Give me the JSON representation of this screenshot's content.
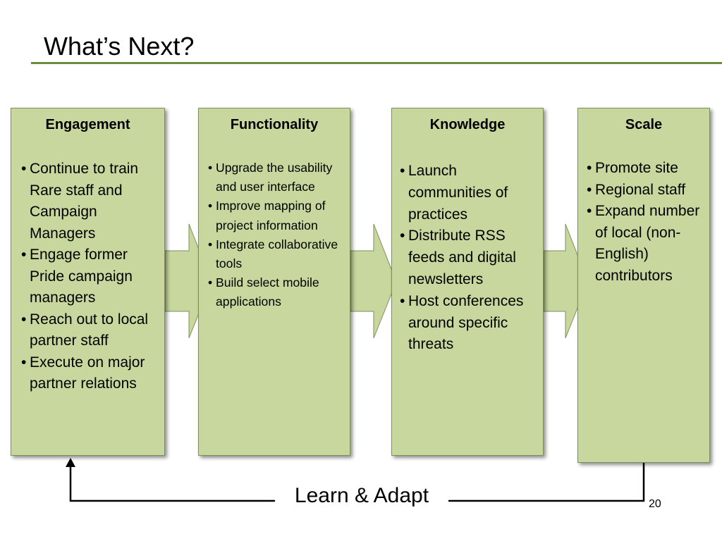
{
  "slide": {
    "title": "What’s Next?",
    "page_number": "20"
  },
  "panels": [
    {
      "title": "Engagement",
      "items": [
        "Continue to train Rare staff and Campaign Managers",
        "Engage former Pride campaign managers",
        "Reach out to local partner staff",
        "Execute on major partner relations"
      ]
    },
    {
      "title": "Functionality",
      "items": [
        "Upgrade the usability and user interface",
        "Improve mapping of project information",
        "Integrate collaborative tools",
        "Build select mobile applications"
      ]
    },
    {
      "title": "Knowledge",
      "items": [
        "Launch communities of practices",
        "Distribute RSS feeds and digital newsletters",
        "Host conferences around specific threats"
      ]
    },
    {
      "title": "Scale",
      "items": [
        "Promote site",
        "Regional staff",
        "Expand number of local (non-English) contributors"
      ]
    }
  ],
  "feedback_loop": {
    "label": "Learn & Adapt"
  },
  "colors": {
    "panel_fill": "#c7d79d",
    "panel_border": "#7e8f5c",
    "title_rule": "#6b8e3a",
    "loop_line": "#000000"
  }
}
